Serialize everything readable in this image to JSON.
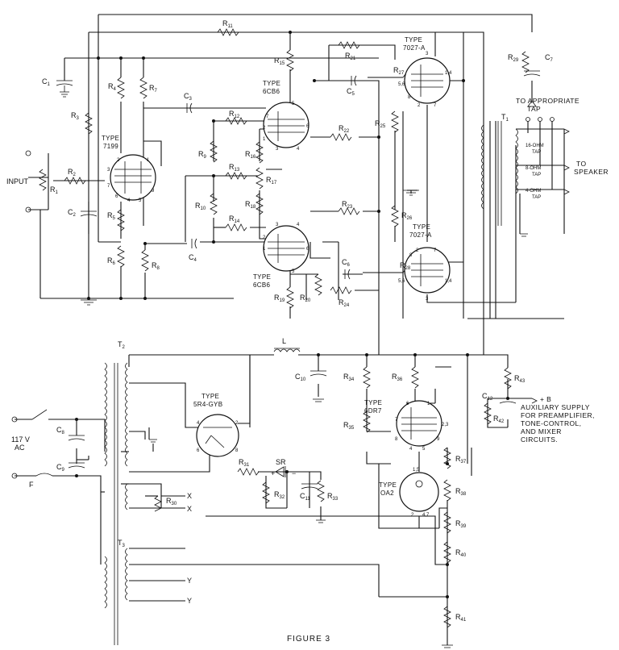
{
  "figure": {
    "caption": "FIGURE 3"
  },
  "tubes": {
    "v7199": {
      "type_label": "TYPE",
      "model": "7199"
    },
    "v6cb6_top": {
      "type_label": "TYPE",
      "model": "6CB6"
    },
    "v6cb6_bot": {
      "type_label": "TYPE",
      "model": "6CB6"
    },
    "v7027_top": {
      "type_label": "TYPE",
      "model": "7027-A"
    },
    "v7027_bot": {
      "type_label": "TYPE",
      "model": "7027-A"
    },
    "v5r4": {
      "type_label": "TYPE",
      "model": "5R4-GYB"
    },
    "v6dr7": {
      "type_label": "TYPE",
      "model": "6DR7"
    },
    "voa2": {
      "type_label": "TYPE",
      "model": "OA2"
    }
  },
  "pins": {
    "p7199": [
      "3",
      "7",
      "2",
      "6",
      "4",
      "5",
      "1",
      "9"
    ],
    "p6cb6t": [
      "7",
      "2",
      "1",
      "5",
      "6",
      "3",
      "4"
    ],
    "p6cb6b": [
      "3",
      "4",
      "2",
      "1",
      "6",
      "5"
    ],
    "p7027t": [
      "3",
      "1,4",
      "5,6",
      "2",
      "7",
      "8"
    ],
    "p7027b": [
      "8",
      "2",
      "7",
      "5,6",
      "1,4",
      "3"
    ],
    "p5r4": [
      "4",
      "2",
      "6",
      "8"
    ],
    "p6dr7": [
      "6",
      "1",
      "7",
      "2,3",
      "8",
      "4",
      "5",
      "9"
    ],
    "poa2": [
      "1,5",
      "2",
      "4,7"
    ]
  },
  "resistors": [
    "R",
    "1",
    "2",
    "3",
    "4",
    "5",
    "6",
    "7",
    "8",
    "9",
    "10",
    "11",
    "12",
    "13",
    "14",
    "15",
    "16",
    "17",
    "18",
    "19",
    "20",
    "21",
    "22",
    "23",
    "24",
    "25",
    "26",
    "27",
    "28",
    "29",
    "30",
    "31",
    "32",
    "33",
    "34",
    "35",
    "36",
    "37",
    "38",
    "39",
    "40",
    "41",
    "42",
    "43"
  ],
  "capacitors": [
    "C",
    "1",
    "2",
    "3",
    "4",
    "5",
    "6",
    "7",
    "8",
    "9",
    "10",
    "11",
    "12"
  ],
  "transformers": {
    "t1": "T",
    "t1s": "1",
    "t2": "T",
    "t2s": "2",
    "t3": "T",
    "t3s": "3"
  },
  "misc": {
    "choke": "L",
    "rectifier": "SR",
    "plus": "+",
    "minus": "−",
    "fuse": "F",
    "heater_x": "X",
    "heater_y": "Y"
  },
  "labels": {
    "input": "INPUT",
    "ac_line1": "117 V",
    "ac_line2": "AC",
    "appropriate_tap1": "TO APPROPRIATE",
    "appropriate_tap2": "TAP",
    "tap16": "16-OHM",
    "tap8": "8-OHM",
    "tap4": "4-OHM",
    "tap_word": "TAP",
    "to_speaker1": "TO",
    "to_speaker2": "SPEAKER",
    "plus_b": "+ B",
    "aux1": "AUXILIARY SUPPLY",
    "aux2": "FOR PREAMPLIFIER,",
    "aux3": "TONE-CONTROL,",
    "aux4": "AND MIXER",
    "aux5": "CIRCUITS."
  }
}
